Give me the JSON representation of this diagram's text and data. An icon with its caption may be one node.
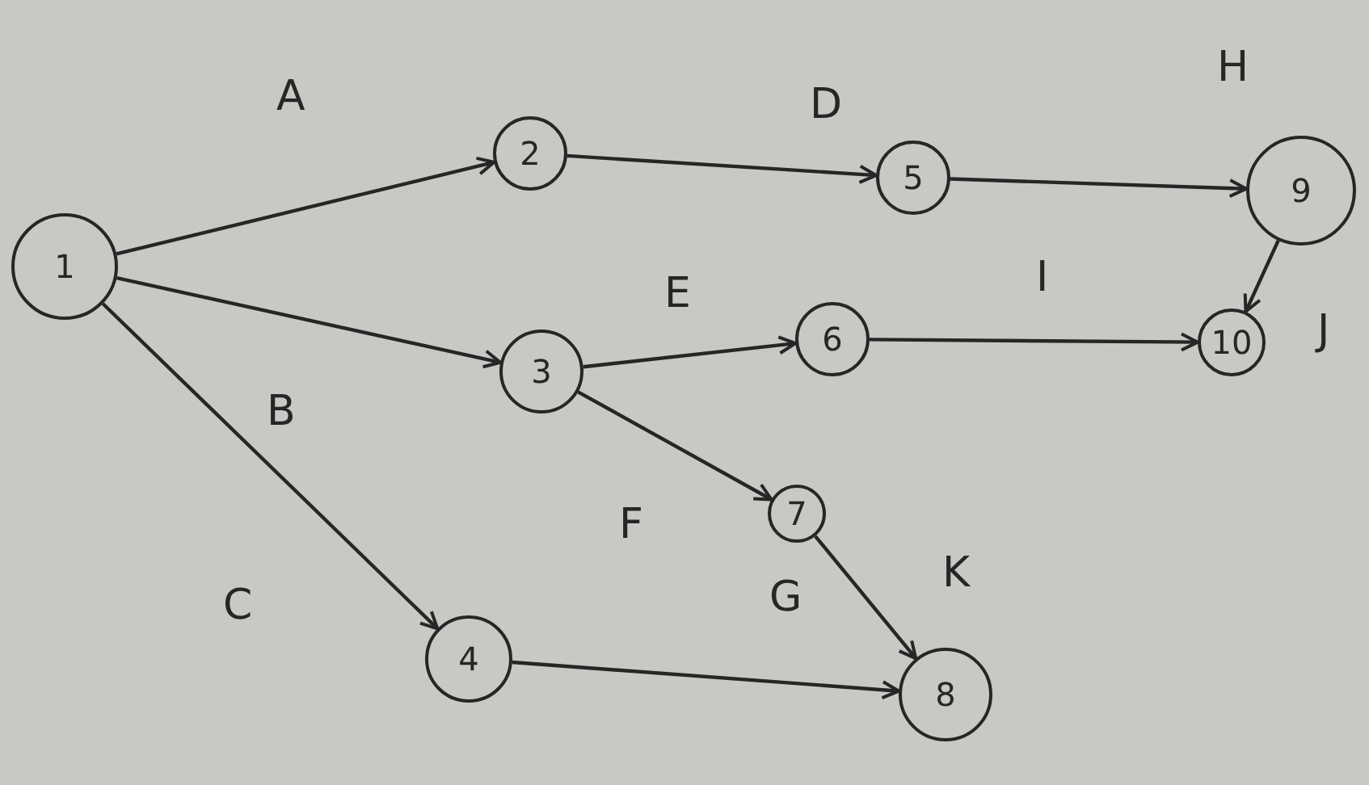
{
  "diagram": {
    "nodes": [
      {
        "text": [
          "1"
        ]
      },
      {
        "text": [
          "2"
        ]
      },
      {
        "text": [
          "3"
        ]
      },
      {
        "text": [
          "4"
        ]
      },
      {
        "text": [
          "5"
        ]
      },
      {
        "text": [
          "6"
        ]
      },
      {
        "text": [
          "7"
        ]
      },
      {
        "text": [
          "8"
        ]
      },
      {
        "text": [
          "9"
        ]
      },
      {
        "text": [
          "10"
        ]
      }
    ],
    "edges": [
      {
        "from": 0,
        "to": 1,
        "arrow": "to",
        "label": "A"
      },
      {
        "from": 0,
        "to": 2,
        "arrow": "to",
        "label": "B"
      },
      {
        "from": 0,
        "to": 3,
        "arrow": "to",
        "label": "C"
      },
      {
        "from": 1,
        "to": 4,
        "arrow": "to",
        "label": "D"
      },
      {
        "from": 2,
        "to": 5,
        "arrow": "to",
        "label": "E"
      },
      {
        "from": 2,
        "to": 6,
        "arrow": "to",
        "label": "F"
      },
      {
        "from": 3,
        "to": 7,
        "arrow": "to"
      },
      {
        "from": 4,
        "to": 8,
        "arrow": "to",
        "label": "H"
      },
      {
        "from": 5,
        "to": 9,
        "arrow": "to",
        "label": "I"
      },
      {
        "from": 8,
        "to": 9,
        "arrow": "to",
        "label": "J"
      },
      {
        "from": 6,
        "to": 7,
        "arrow": "to",
        "label": "K"
      }
    ],
    "labels": [
      "G"
    ]
  }
}
